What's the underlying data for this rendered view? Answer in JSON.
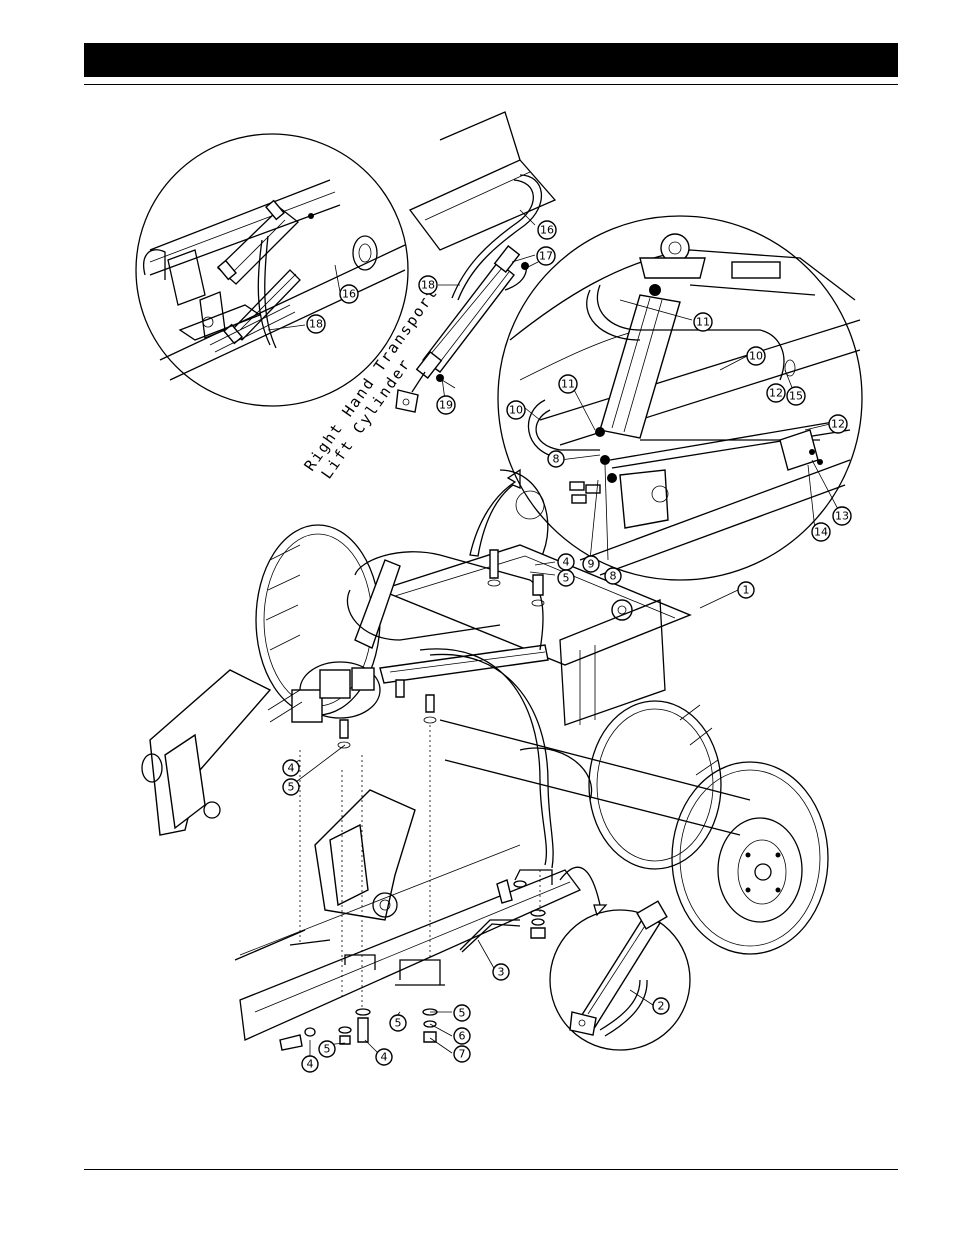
{
  "header": {
    "title": ""
  },
  "diagram": {
    "annotation": [
      "Right Hand Transport",
      "Lift Cylinder"
    ],
    "callouts": [
      {
        "id": "c1",
        "label": "1"
      },
      {
        "id": "c2",
        "label": "2"
      },
      {
        "id": "c3",
        "label": "3"
      },
      {
        "id": "c4a",
        "label": "4"
      },
      {
        "id": "c4b",
        "label": "4"
      },
      {
        "id": "c4c",
        "label": "4"
      },
      {
        "id": "c4d",
        "label": "4"
      },
      {
        "id": "c5a",
        "label": "5"
      },
      {
        "id": "c5b",
        "label": "5"
      },
      {
        "id": "c5c",
        "label": "5"
      },
      {
        "id": "c5d",
        "label": "5"
      },
      {
        "id": "c5e",
        "label": "5"
      },
      {
        "id": "c6",
        "label": "6"
      },
      {
        "id": "c7",
        "label": "7"
      },
      {
        "id": "c8a",
        "label": "8"
      },
      {
        "id": "c8b",
        "label": "8"
      },
      {
        "id": "c9",
        "label": "9"
      },
      {
        "id": "c10a",
        "label": "10"
      },
      {
        "id": "c10b",
        "label": "10"
      },
      {
        "id": "c11a",
        "label": "11"
      },
      {
        "id": "c11b",
        "label": "11"
      },
      {
        "id": "c12a",
        "label": "12"
      },
      {
        "id": "c12b",
        "label": "12"
      },
      {
        "id": "c13",
        "label": "13"
      },
      {
        "id": "c14",
        "label": "14"
      },
      {
        "id": "c15",
        "label": "15"
      },
      {
        "id": "c16a",
        "label": "16"
      },
      {
        "id": "c16b",
        "label": "16"
      },
      {
        "id": "c17",
        "label": "17"
      },
      {
        "id": "c18a",
        "label": "18"
      },
      {
        "id": "c18b",
        "label": "18"
      },
      {
        "id": "c19",
        "label": "19"
      }
    ]
  }
}
